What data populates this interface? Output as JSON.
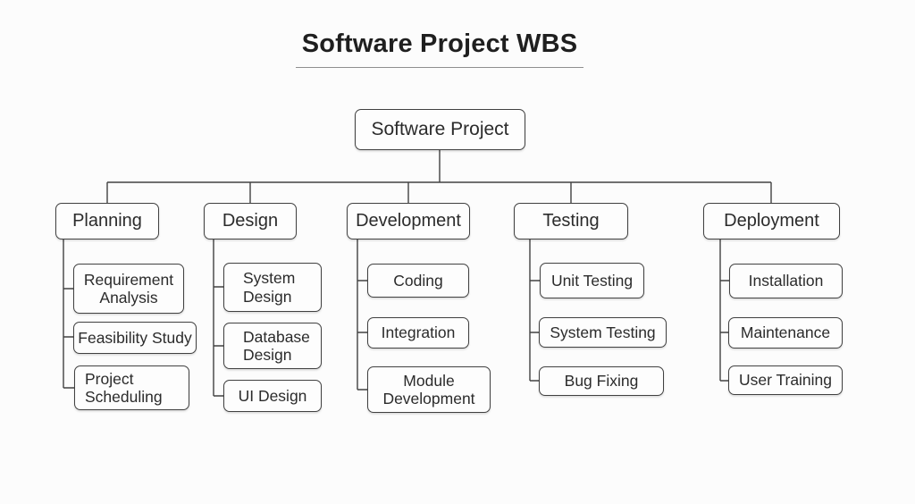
{
  "title": "Software Project WBS",
  "root": {
    "label": "Software Project"
  },
  "branches": [
    {
      "label": "Planning",
      "children": [
        {
          "label": "Requirement Analysis"
        },
        {
          "label": "Feasibility Study"
        },
        {
          "label": "Project Scheduling"
        }
      ]
    },
    {
      "label": "Design",
      "children": [
        {
          "label": "System Design"
        },
        {
          "label": "Database Design"
        },
        {
          "label": "UI Design"
        }
      ]
    },
    {
      "label": "Development",
      "children": [
        {
          "label": "Coding"
        },
        {
          "label": "Integration"
        },
        {
          "label": "Module Development"
        }
      ]
    },
    {
      "label": "Testing",
      "children": [
        {
          "label": "Unit Testing"
        },
        {
          "label": "System Testing"
        },
        {
          "label": "Bug Fixing"
        }
      ]
    },
    {
      "label": "Deployment",
      "children": [
        {
          "label": "Installation"
        },
        {
          "label": "Maintenance"
        },
        {
          "label": "User Training"
        }
      ]
    }
  ],
  "colors": {
    "background": "#fcfcfc",
    "box_fill": "#fdfdfd",
    "border": "#414141",
    "line": "#414141",
    "text": "#2b2b2b",
    "title_text": "#1f1f1f",
    "underline": "#8f8f8f"
  }
}
